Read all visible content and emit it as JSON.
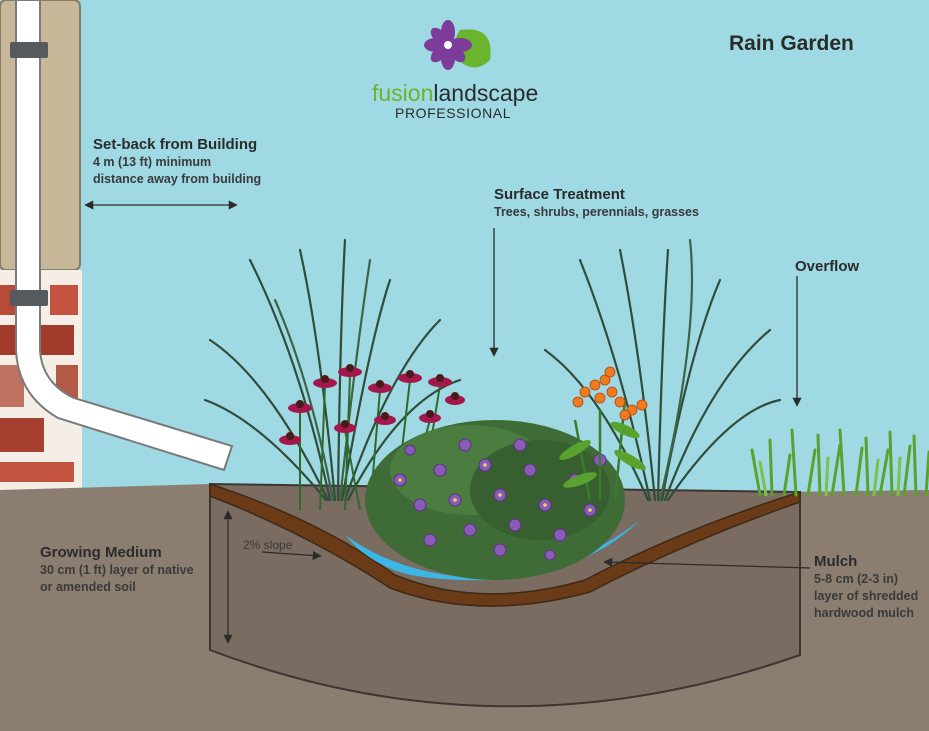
{
  "title": "Rain Garden",
  "logo": {
    "word1": "fusion",
    "word2": "landscape",
    "tagline": "PROFESSIONAL",
    "icon": "flower-leaf-logo-icon"
  },
  "labels": {
    "setback": {
      "heading": "Set-back from Building",
      "line1": "4 m (13 ft) minimum",
      "line2": "distance away from building"
    },
    "surface": {
      "heading": "Surface Treatment",
      "line1": "Trees, shrubs, perennials, grasses"
    },
    "overflow": {
      "heading": "Overflow"
    },
    "growing": {
      "heading": "Growing Medium",
      "line1": "30 cm (1 ft) layer of native",
      "line2": "or amended soil"
    },
    "mulch": {
      "heading": "Mulch",
      "line1": "5-8 cm (2-3 in)",
      "line2": "layer of shredded",
      "line3": "hardwood mulch"
    },
    "slope": "2% slope"
  },
  "colors": {
    "sky": "#9fd9e3",
    "soil": "#8b7d70",
    "soil_dark": "#7a6c60",
    "mulch": "#6b3a17",
    "water": "#3bb6e6",
    "wall": "#c8b89a",
    "brick": "#a9392c",
    "grass": "#5aa22e",
    "logo_green": "#6bb42e",
    "logo_purple": "#7b3c9a"
  }
}
